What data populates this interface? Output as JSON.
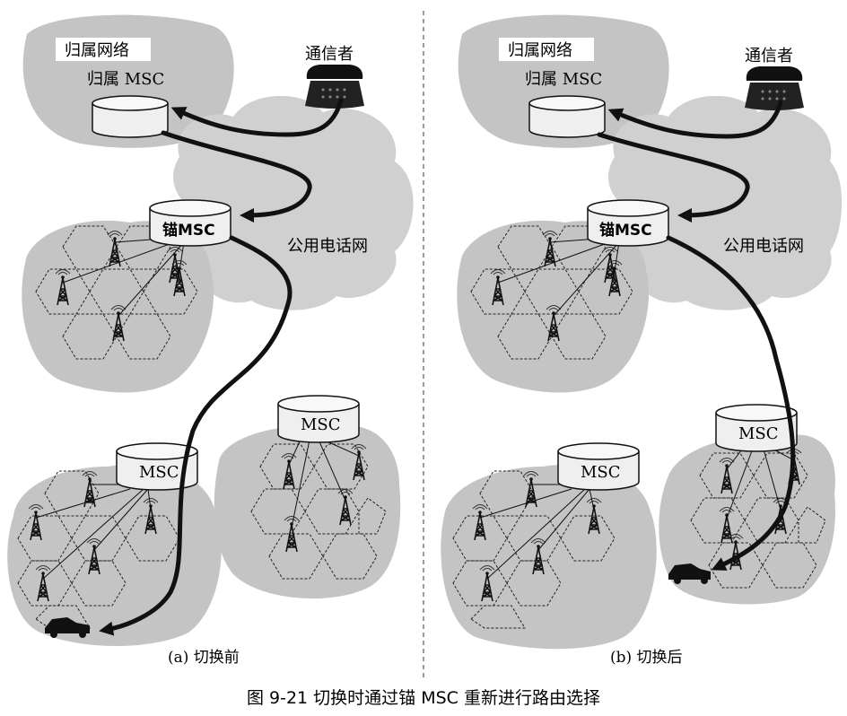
{
  "panel_a": {
    "home_network": "归属网络",
    "home_msc": "归属 MSC",
    "caller": "通信者",
    "anchor_msc": "锚MSC",
    "pstn": "公用电话网",
    "msc_1": "MSC",
    "msc_2": "MSC",
    "caption": "(a) 切换前"
  },
  "panel_b": {
    "home_network": "归属网络",
    "home_msc": "归属 MSC",
    "caller": "通信者",
    "anchor_msc": "锚MSC",
    "pstn": "公用电话网",
    "msc_1": "MSC",
    "msc_2": "MSC",
    "caption": "(b) 切换后"
  },
  "figure_caption": "图 9-21  切换时通过锚 MSC 重新进行路由选择",
  "colors": {
    "region_fill": "#c4c4c4",
    "cloud_fill": "#d0d0d0",
    "cylinder_fill": "#efefef",
    "route_line": "#111111",
    "divider": "#555555"
  }
}
